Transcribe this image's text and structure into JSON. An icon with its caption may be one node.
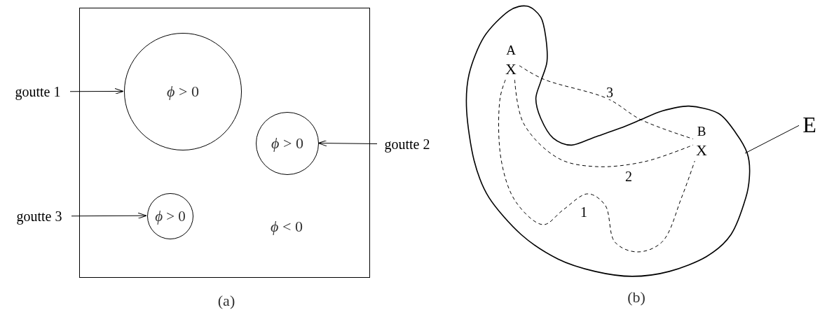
{
  "diagram": {
    "nodes": [
      {
        "text": [
          "*ϕ* < 0"
        ]
      },
      {
        "text": [
          "*ϕ* > 0"
        ],
        "in": 0
      },
      {
        "text": [
          "*ϕ* > 0"
        ],
        "in": 0
      },
      {
        "text": [
          "*ϕ* > 0"
        ],
        "in": 0
      },
      {
        "text": [
          "goutte 1"
        ]
      },
      {
        "text": [
          "goutte 2"
        ]
      },
      {
        "text": [
          "goutte 3"
        ]
      },
      {
        "text": [],
        "shape": "blob"
      },
      {
        "text": [
          "E"
        ]
      },
      {
        "text": [
          "A",
          "X"
        ],
        "in": 7
      },
      {
        "text": [
          "B",
          "X"
        ],
        "in": 7
      }
    ],
    "edges": [
      {
        "from": 4,
        "to": 1,
        "arrow": "to"
      },
      {
        "from": 5,
        "to": 2,
        "arrow": "to"
      },
      {
        "from": 6,
        "to": 3,
        "arrow": "to"
      },
      {
        "from": 8,
        "to": 7,
        "arrow": "none"
      },
      {
        "from": 9,
        "to": 10,
        "arrow": "none",
        "label": "1",
        "style": "dashed"
      },
      {
        "from": 9,
        "to": 10,
        "arrow": "none",
        "label": "2",
        "style": "dashed"
      },
      {
        "from": 9,
        "to": 10,
        "arrow": "none",
        "label": "3",
        "style": "dashed"
      }
    ],
    "labels": [
      "(a)",
      "(b)"
    ]
  }
}
